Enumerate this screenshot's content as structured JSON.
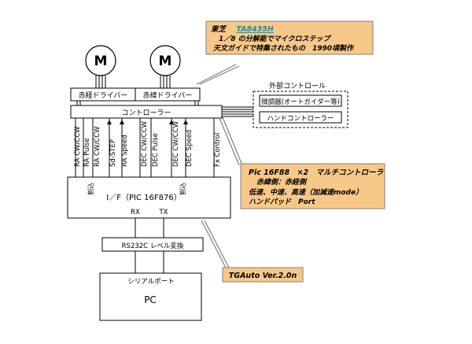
{
  "motors": {
    "label": "M"
  },
  "blocks": {
    "ra_driver": "赤経ドライバー",
    "dec_driver": "赤緯ドライバー",
    "controller": "コントローラー",
    "interface": "I／F（PIC 16F876）",
    "level_converter": "RS232C レベル変換",
    "pc": "PC",
    "serial_port": "シリアルポート"
  },
  "external": {
    "title": "外部コントロール",
    "autoguider": "微調器(オートガイダー等)",
    "hand_controller": "ハンドコントローラー"
  },
  "signals": [
    "RA CW/CCW",
    "RA Pulse",
    "RA CW/CCW",
    "Sd-STEP",
    "RA Speed",
    "DEC CW/CCW",
    "DEC Pulse",
    "DEC CW/CCW",
    "DEC Speed",
    "Fx Control"
  ],
  "interrupt_labels": [
    "割込",
    "割込"
  ],
  "io_labels": {
    "rx": "RX",
    "tx": "TX"
  },
  "callouts": {
    "top": {
      "maker": "東芝",
      "part": "TA8435H",
      "line2": "1／8 の分解能でマイクロステップ",
      "line3": "天文ガイドで特集されたもの　1990頃製作"
    },
    "middle": {
      "line1": "Pic 16F88　×2　マルチコントローラ",
      "line2": "赤緯側：赤経側",
      "line3": "低速、中速、高速（加減速mode）",
      "line4": "ハンドパッド　Port"
    },
    "bottom": {
      "label": "TGAuto Ver.2.0n"
    }
  },
  "colors": {
    "callout_fill": "#f8c888",
    "callout_border": "#7f7f7f",
    "link_color": "#2a8a9a",
    "line": "#000000"
  }
}
